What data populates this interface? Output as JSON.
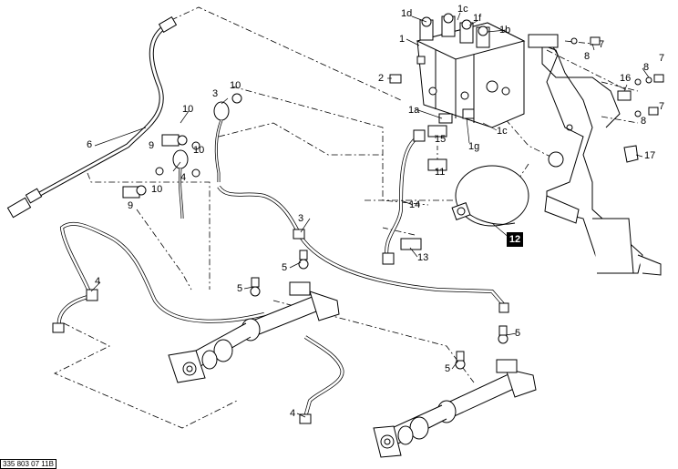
{
  "callouts": {
    "c1d": "1d",
    "c1c_top": "1c",
    "c1f": "1f",
    "c1b": "1b",
    "c1": "1",
    "c1a": "1a",
    "c1g": "1g",
    "c1c_bot": "1c",
    "c2": "2",
    "c3_upper": "3",
    "c3_lower": "3",
    "c4_upper": "4",
    "c4_left": "4",
    "c4_bottom": "4",
    "c5_a": "5",
    "c5_b": "5",
    "c5_c": "5",
    "c5_d": "5",
    "c6": "6",
    "c7_a": "7",
    "c7_b": "7",
    "c7_c": "7",
    "c8_a": "8",
    "c8_b": "8",
    "c8_c": "8",
    "c9_a": "9",
    "c9_b": "9",
    "c10_a": "10",
    "c10_b": "10",
    "c10_c": "10",
    "c10_d": "10",
    "c11": "11",
    "c13": "13",
    "c14": "14",
    "c15": "15",
    "c16": "16",
    "c17": "17"
  },
  "boxed_callout": "12",
  "reference_code": "335 803 07 11B",
  "colors": {
    "line": "#000000",
    "background": "#ffffff",
    "box": "#000000"
  }
}
